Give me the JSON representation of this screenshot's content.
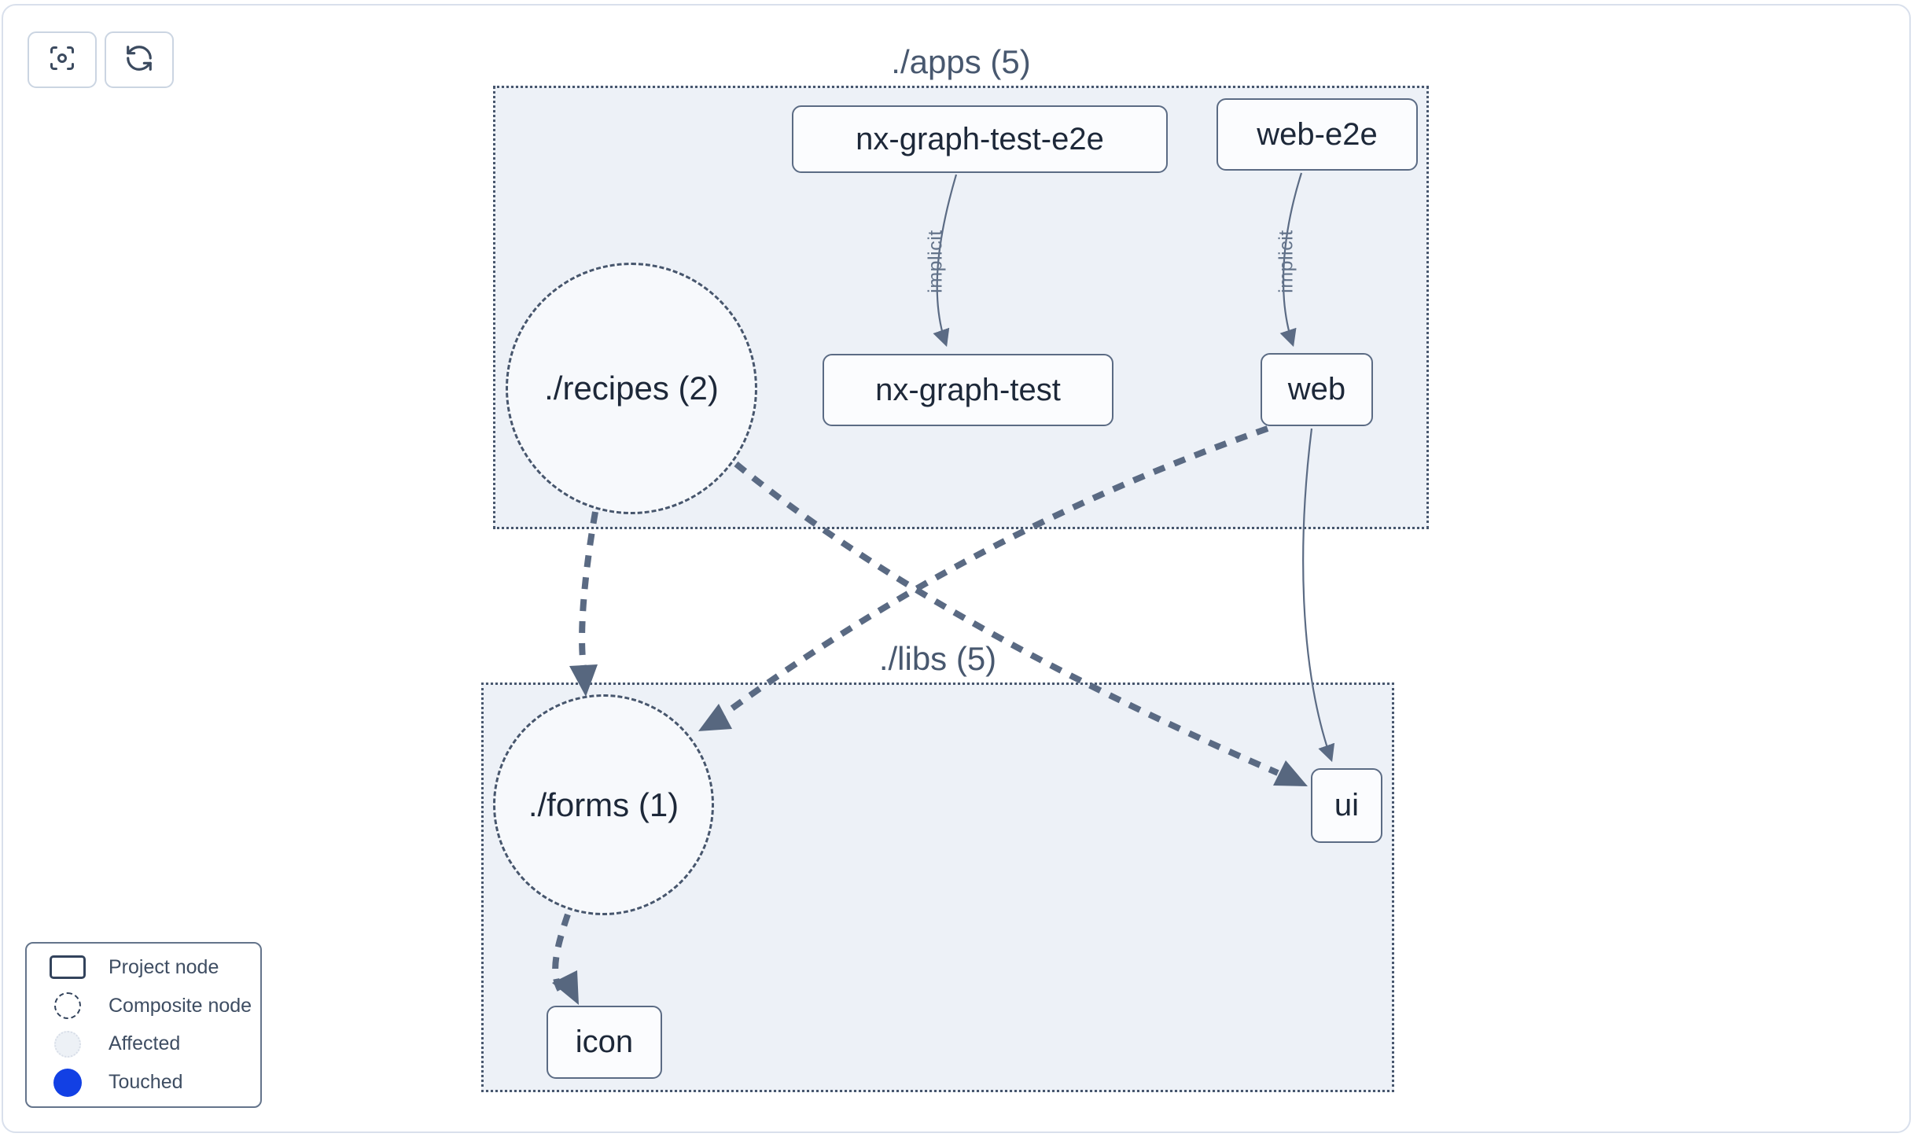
{
  "toolbar": {
    "buttons": [
      {
        "name": "focus",
        "icon": "focus-icon"
      },
      {
        "name": "refresh",
        "icon": "refresh-icon"
      }
    ]
  },
  "graph": {
    "clusters": [
      {
        "id": "apps",
        "label": "./apps (5)"
      },
      {
        "id": "libs",
        "label": "./libs (5)"
      }
    ],
    "nodes": [
      {
        "id": "nx-graph-test-e2e",
        "label": "nx-graph-test-e2e",
        "type": "project"
      },
      {
        "id": "web-e2e",
        "label": "web-e2e",
        "type": "project"
      },
      {
        "id": "nx-graph-test",
        "label": "nx-graph-test",
        "type": "project"
      },
      {
        "id": "web",
        "label": "web",
        "type": "project"
      },
      {
        "id": "ui",
        "label": "ui",
        "type": "project"
      },
      {
        "id": "icon",
        "label": "icon",
        "type": "project"
      },
      {
        "id": "recipes",
        "label": "./recipes (2)",
        "type": "composite"
      },
      {
        "id": "forms",
        "label": "./forms (1)",
        "type": "composite"
      }
    ],
    "edges": [
      {
        "from": "nx-graph-test-e2e",
        "to": "nx-graph-test",
        "label": "implicit",
        "style": "solid"
      },
      {
        "from": "web-e2e",
        "to": "web",
        "label": "implicit",
        "style": "solid"
      },
      {
        "from": "web",
        "to": "ui",
        "label": "",
        "style": "solid"
      },
      {
        "from": "./recipes (2)",
        "to": "./forms (1)",
        "label": "",
        "style": "dashed"
      },
      {
        "from": "./recipes (2)",
        "to": "ui",
        "label": "",
        "style": "dashed"
      },
      {
        "from": "web",
        "to": "./forms (1)",
        "label": "",
        "style": "dashed"
      },
      {
        "from": "./forms (1)",
        "to": "icon",
        "label": "",
        "style": "dashed"
      }
    ]
  },
  "legend": {
    "items": [
      {
        "label": "Project node",
        "swatch": "project"
      },
      {
        "label": "Composite node",
        "swatch": "composite"
      },
      {
        "label": "Affected",
        "swatch": "affected"
      },
      {
        "label": "Touched",
        "swatch": "touched"
      }
    ]
  },
  "colors": {
    "touched_blue": "#1240e4",
    "affected_fill": "#edf1f6",
    "cluster_bg": "#edf1f7",
    "cluster_border": "#47566d",
    "edge": "#5b6b84",
    "node_border": "#5b6b84",
    "node_bg": "#fbfcfe",
    "text_dark": "#1d2839",
    "title_text": "#48586f"
  }
}
